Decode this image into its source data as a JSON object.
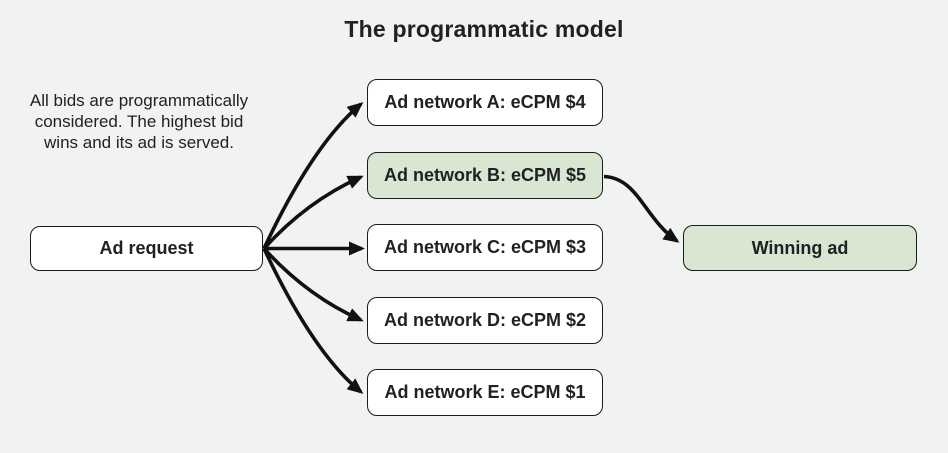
{
  "title": "The programmatic model",
  "description": {
    "lines": [
      "All bids are programmatically",
      "considered. The highest bid",
      "wins and its ad is served."
    ]
  },
  "nodes": {
    "ad_request": {
      "label": "Ad request",
      "highlighted": false
    },
    "networks": [
      {
        "label": "Ad network A: eCPM $4",
        "highlighted": false
      },
      {
        "label": "Ad network B: eCPM $5",
        "highlighted": true
      },
      {
        "label": "Ad network C: eCPM $3",
        "highlighted": false
      },
      {
        "label": "Ad network D: eCPM $2",
        "highlighted": false
      },
      {
        "label": "Ad network E: eCPM $1",
        "highlighted": false
      }
    ],
    "winning_ad": {
      "label": "Winning ad",
      "highlighted": true
    }
  },
  "connections": [
    {
      "from": "ad_request",
      "to": "network_a"
    },
    {
      "from": "ad_request",
      "to": "network_b"
    },
    {
      "from": "ad_request",
      "to": "network_c"
    },
    {
      "from": "ad_request",
      "to": "network_d"
    },
    {
      "from": "ad_request",
      "to": "network_e"
    },
    {
      "from": "network_b",
      "to": "winning_ad"
    }
  ],
  "colors": {
    "background": "#f1f2f2",
    "box_fill": "#ffffff",
    "highlight_fill": "#d9e7d2",
    "border": "#1b1b1b",
    "arrow": "#111111",
    "text": "#202124"
  }
}
